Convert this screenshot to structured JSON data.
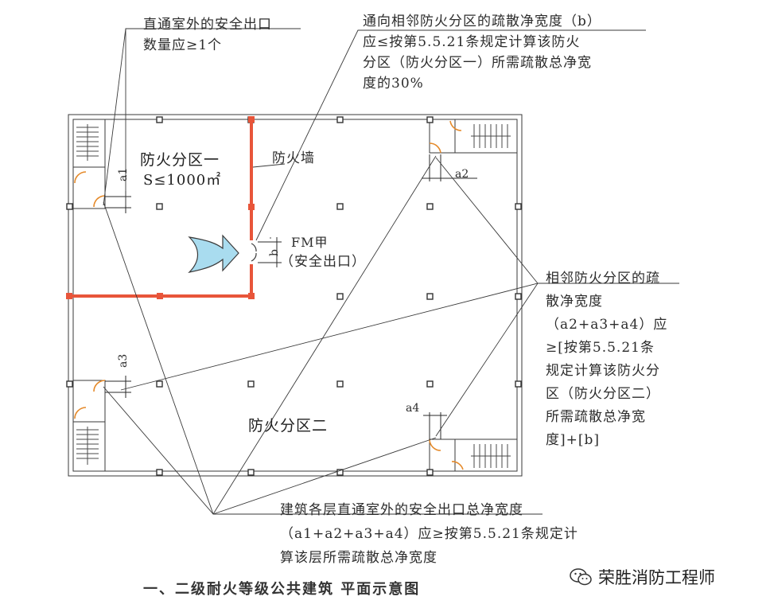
{
  "annotations": {
    "top_left": [
      "直通室外的安全出口",
      "数量应≥1个"
    ],
    "top_right": [
      "通向相邻防火分区的疏散净宽度（b）",
      "应≤按第5.5.21条规定计算该防火",
      "分区（防火分区一）所需疏散总净宽",
      "度的30%"
    ],
    "right": [
      "相邻防火分区的疏",
      "散净宽度",
      "（a2+a3+a4）应",
      "≥[按第5.5.21条",
      "规定计算该防火分",
      "区（防火分区二）",
      "所需疏散总净宽",
      "度]+[b]"
    ],
    "bottom": [
      "建筑各层直通室外的安全出口总净宽度",
      "（a1+a2+a3+a4）应≥按第5.5.21条规定计",
      "算该层所需疏散总净宽度"
    ]
  },
  "zones": {
    "zone1_name": "防火分区一",
    "zone1_area": "S≤1000㎡",
    "zone2_name": "防火分区二",
    "firewall": "防火墙",
    "door_code": "FM甲",
    "door_desc": "（安全出口）"
  },
  "dims": {
    "a1": "a1",
    "a2": "a2",
    "a3": "a3",
    "a4": "a4",
    "b": "b"
  },
  "caption": "一、二级耐火等级公共建筑 平面示意图",
  "watermark": "荣胜消防工程师",
  "colors": {
    "firewall": "#e8553a",
    "arrow": "#a9dcef",
    "line": "#3a3a3a"
  },
  "icons": [
    "wechat-icon"
  ]
}
